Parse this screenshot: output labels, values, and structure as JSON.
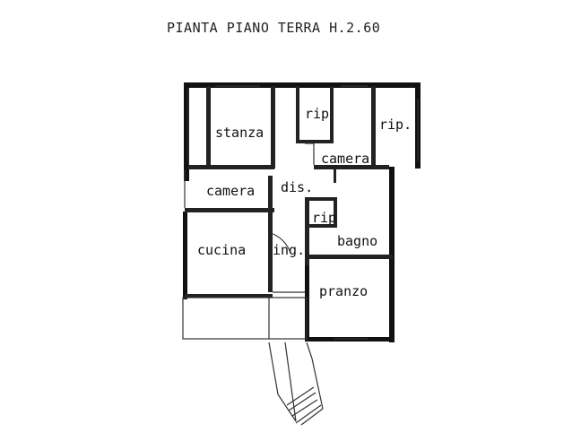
{
  "title": "PIANTA PIANO TERRA H.2.60",
  "rooms": {
    "stanza": "stanza",
    "rip_top": "rip",
    "rip_right": "rip.",
    "camera_top": "camera",
    "dis": "dis.",
    "camera_left": "camera",
    "rip_mid": "rip",
    "bagno": "bagno",
    "cucina": "cucina",
    "ing": "ing.",
    "pranzo": "pranzo"
  },
  "colors": {
    "wall": "#111111",
    "line": "#333333",
    "paper": "#ffffff"
  }
}
